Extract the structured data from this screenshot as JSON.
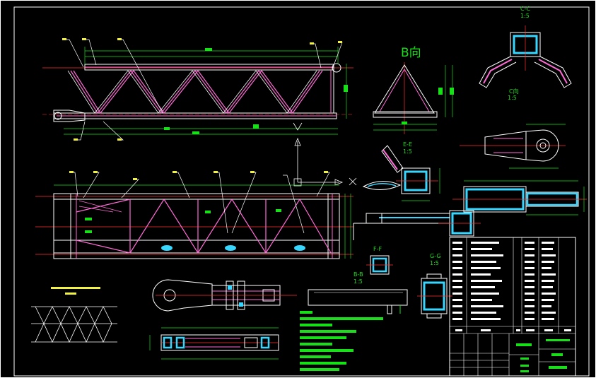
{
  "drawing": {
    "view_b_label": "B向",
    "view_c_label": "C向",
    "section_b_b": "B-B",
    "section_c_c": "C-C",
    "section_e_e": "E-E",
    "section_f_f": "F-F",
    "section_g_g": "G-G",
    "scale_1_5": "1:5"
  },
  "colors": {
    "background": "#000000",
    "outline": "#ffffff",
    "dimension": "#18e018",
    "centerline": "#ff3030",
    "member": "#ff6bd5",
    "hatch": "#37d6ff",
    "label": "#f2f244"
  },
  "title_block": {
    "rows": 14,
    "header_cells": 7
  }
}
